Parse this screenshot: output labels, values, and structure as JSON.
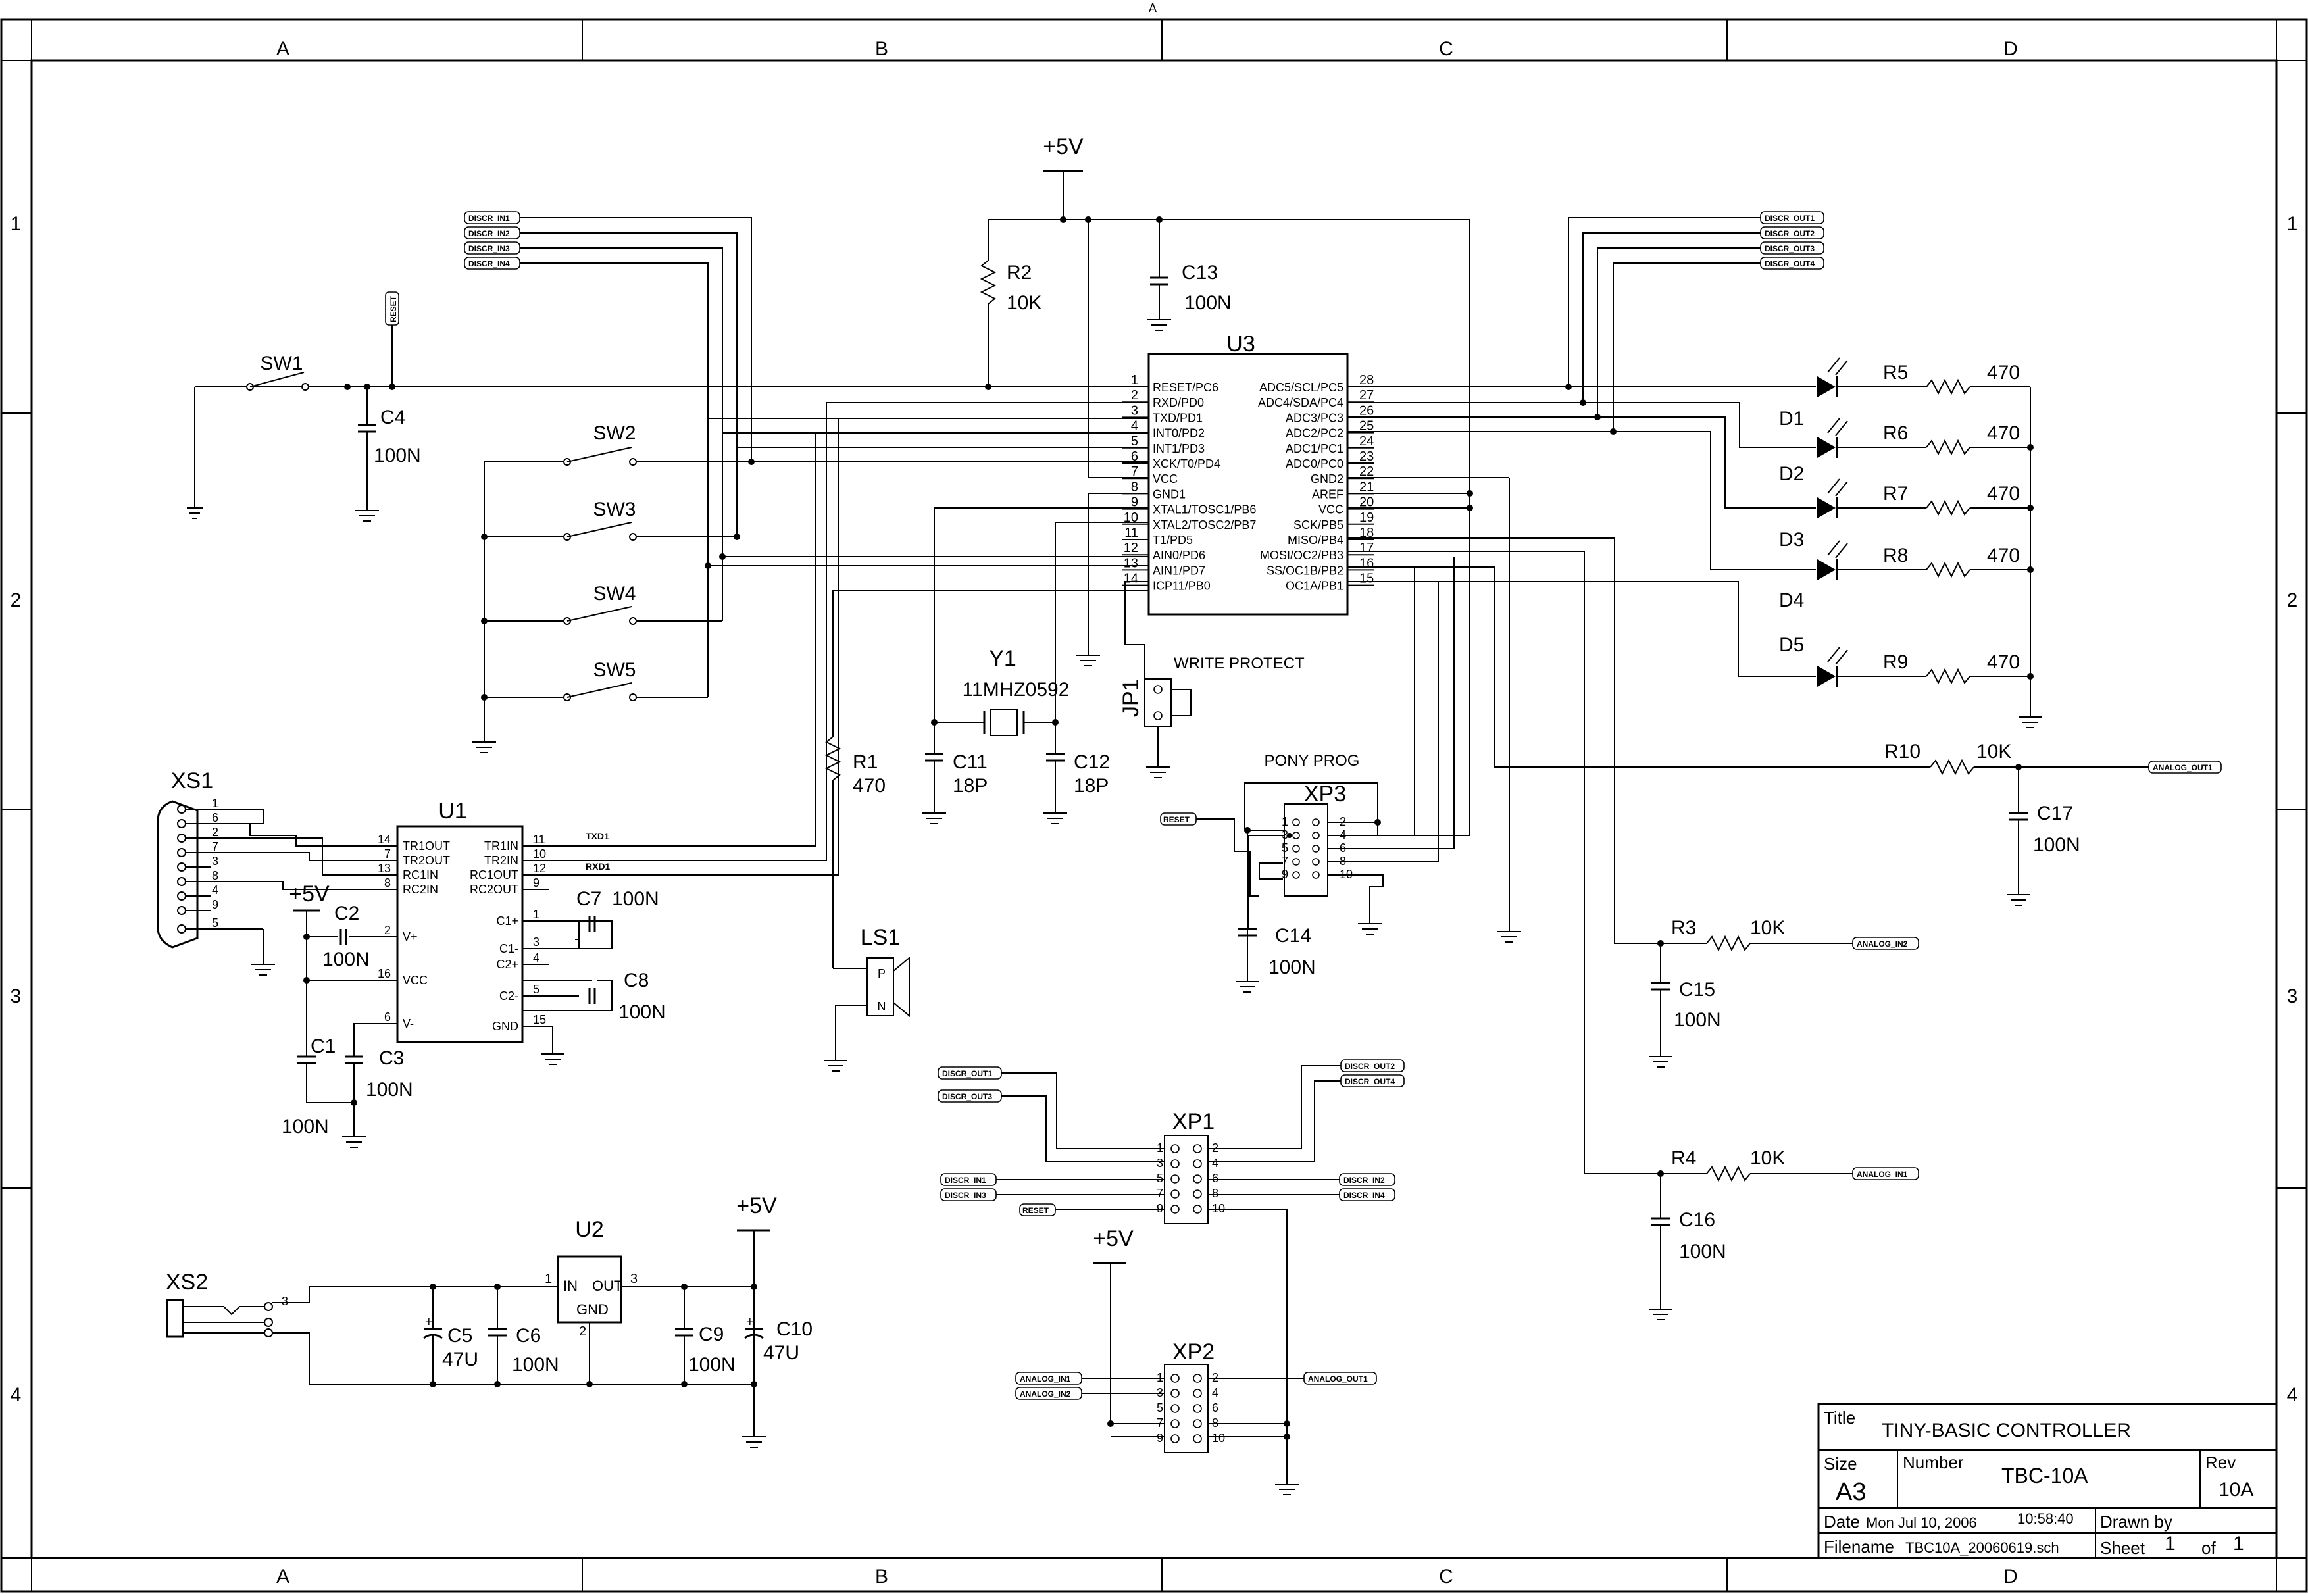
{
  "frame": {
    "top_marker": "A",
    "columns": [
      "A",
      "B",
      "C",
      "D"
    ],
    "rows": [
      "1",
      "2",
      "3",
      "4"
    ]
  },
  "title_block": {
    "title_label": "Title",
    "title": "TINY-BASIC CONTROLLER",
    "size_label": "Size",
    "size": "A3",
    "number_label": "Number",
    "number": "TBC-10A",
    "rev_label": "Rev",
    "rev": "10A",
    "date_label": "Date",
    "date": "Mon Jul 10, 2006",
    "time": "10:58:40",
    "drawn_label": "Drawn by",
    "filename_label": "Filename",
    "filename": "TBC10A_20060619.sch",
    "sheet_label": "Sheet",
    "sheet": "1",
    "of_label": "of",
    "sheet_total": "1"
  },
  "power": {
    "vcc": "+5V"
  },
  "labels": {
    "write_protect": "WRITE PROTECT",
    "pony_prog": "PONY PROG"
  },
  "components": {
    "U3": {
      "ref": "U3",
      "left_pins": [
        {
          "num": "1",
          "name": "RESET/PC6"
        },
        {
          "num": "2",
          "name": "RXD/PD0"
        },
        {
          "num": "3",
          "name": "TXD/PD1"
        },
        {
          "num": "4",
          "name": "INT0/PD2"
        },
        {
          "num": "5",
          "name": "INT1/PD3"
        },
        {
          "num": "6",
          "name": "XCK/T0/PD4"
        },
        {
          "num": "7",
          "name": "VCC"
        },
        {
          "num": "8",
          "name": "GND1"
        },
        {
          "num": "9",
          "name": "XTAL1/TOSC1/PB6"
        },
        {
          "num": "10",
          "name": "XTAL2/TOSC2/PB7"
        },
        {
          "num": "11",
          "name": "T1/PD5"
        },
        {
          "num": "12",
          "name": "AIN0/PD6"
        },
        {
          "num": "13",
          "name": "AIN1/PD7"
        },
        {
          "num": "14",
          "name": "ICP11/PB0"
        }
      ],
      "right_pins": [
        {
          "num": "28",
          "name": "ADC5/SCL/PC5"
        },
        {
          "num": "27",
          "name": "ADC4/SDA/PC4"
        },
        {
          "num": "26",
          "name": "ADC3/PC3"
        },
        {
          "num": "25",
          "name": "ADC2/PC2"
        },
        {
          "num": "24",
          "name": "ADC1/PC1"
        },
        {
          "num": "23",
          "name": "ADC0/PC0"
        },
        {
          "num": "22",
          "name": "GND2"
        },
        {
          "num": "21",
          "name": "AREF"
        },
        {
          "num": "20",
          "name": "VCC"
        },
        {
          "num": "19",
          "name": "SCK/PB5"
        },
        {
          "num": "18",
          "name": "MISO/PB4"
        },
        {
          "num": "17",
          "name": "MOSI/OC2/PB3"
        },
        {
          "num": "16",
          "name": "SS/OC1B/PB2"
        },
        {
          "num": "15",
          "name": "OC1A/PB1"
        }
      ]
    },
    "U1": {
      "ref": "U1",
      "left_pins": [
        {
          "num": "14",
          "name": "TR1OUT"
        },
        {
          "num": "7",
          "name": "TR2OUT"
        },
        {
          "num": "13",
          "name": "RC1IN"
        },
        {
          "num": "8",
          "name": "RC2IN"
        },
        {
          "num": "2",
          "name": "V+"
        },
        {
          "num": "16",
          "name": "VCC"
        },
        {
          "num": "6",
          "name": "V-"
        }
      ],
      "right_pins": [
        {
          "num": "11",
          "name": "TR1IN"
        },
        {
          "num": "10",
          "name": "TR2IN"
        },
        {
          "num": "12",
          "name": "RC1OUT"
        },
        {
          "num": "9",
          "name": "RC2OUT"
        },
        {
          "num": "1",
          "name": "C1+"
        },
        {
          "num": "3",
          "name": "C1-"
        },
        {
          "num": "4",
          "name": "C2+"
        },
        {
          "num": "5",
          "name": "C2-"
        },
        {
          "num": "15",
          "name": "GND"
        }
      ],
      "txd": "TXD1",
      "rxd": "RXD1"
    },
    "U2": {
      "ref": "U2",
      "in": "IN",
      "out": "OUT",
      "gnd": "GND",
      "pin_in": "1",
      "pin_out": "3",
      "pin_gnd": "2"
    },
    "R2": {
      "ref": "R2",
      "value": "10K"
    },
    "C13": {
      "ref": "C13",
      "value": "100N"
    },
    "SW1": {
      "ref": "SW1"
    },
    "SW2": {
      "ref": "SW2"
    },
    "SW3": {
      "ref": "SW3"
    },
    "SW4": {
      "ref": "SW4"
    },
    "SW5": {
      "ref": "SW5"
    },
    "C4": {
      "ref": "C4",
      "value": "100N"
    },
    "Y1": {
      "ref": "Y1",
      "value": "11MHZ0592"
    },
    "C11": {
      "ref": "C11",
      "value": "18P"
    },
    "C12": {
      "ref": "C12",
      "value": "18P"
    },
    "R1": {
      "ref": "R1",
      "value": "470"
    },
    "LS1": {
      "ref": "LS1",
      "p": "P",
      "n": "N"
    },
    "JP1": {
      "ref": "JP1"
    },
    "XP3": {
      "ref": "XP3"
    },
    "C14": {
      "ref": "C14",
      "value": "100N"
    },
    "XS1": {
      "ref": "XS1"
    },
    "C1": {
      "ref": "C1",
      "value": "100N"
    },
    "C2": {
      "ref": "C2",
      "value": "100N"
    },
    "C3": {
      "ref": "C3",
      "value": "100N"
    },
    "C7": {
      "ref": "C7",
      "value": "100N"
    },
    "C8": {
      "ref": "C8",
      "value": "100N"
    },
    "XS2": {
      "ref": "XS2"
    },
    "C5": {
      "ref": "C5",
      "value": "47U"
    },
    "C6": {
      "ref": "C6",
      "value": "100N"
    },
    "C9": {
      "ref": "C9",
      "value": "100N"
    },
    "C10": {
      "ref": "C10",
      "value": "47U"
    },
    "D1": {
      "ref": "D1"
    },
    "D2": {
      "ref": "D2"
    },
    "D3": {
      "ref": "D3"
    },
    "D4": {
      "ref": "D4"
    },
    "D5": {
      "ref": "D5"
    },
    "R5": {
      "ref": "R5",
      "value": "470"
    },
    "R6": {
      "ref": "R6",
      "value": "470"
    },
    "R7": {
      "ref": "R7",
      "value": "470"
    },
    "R8": {
      "ref": "R8",
      "value": "470"
    },
    "R9": {
      "ref": "R9",
      "value": "470"
    },
    "R10": {
      "ref": "R10",
      "value": "10K"
    },
    "C17": {
      "ref": "C17",
      "value": "100N"
    },
    "R3": {
      "ref": "R3",
      "value": "10K"
    },
    "C15": {
      "ref": "C15",
      "value": "100N"
    },
    "R4": {
      "ref": "R4",
      "value": "10K"
    },
    "C16": {
      "ref": "C16",
      "value": "100N"
    },
    "XP1": {
      "ref": "XP1"
    },
    "XP2": {
      "ref": "XP2"
    }
  },
  "nets": {
    "discr_in1": "DISCR_IN1",
    "discr_in2": "DISCR_IN2",
    "discr_in3": "DISCR_IN3",
    "discr_in4": "DISCR_IN4",
    "discr_out1": "DISCR_OUT1",
    "discr_out2": "DISCR_OUT2",
    "discr_out3": "DISCR_OUT3",
    "discr_out4": "DISCR_OUT4",
    "reset": "RESET",
    "analog_in1": "ANALOG_IN1",
    "analog_in2": "ANALOG_IN2",
    "analog_out1": "ANALOG_OUT1"
  }
}
